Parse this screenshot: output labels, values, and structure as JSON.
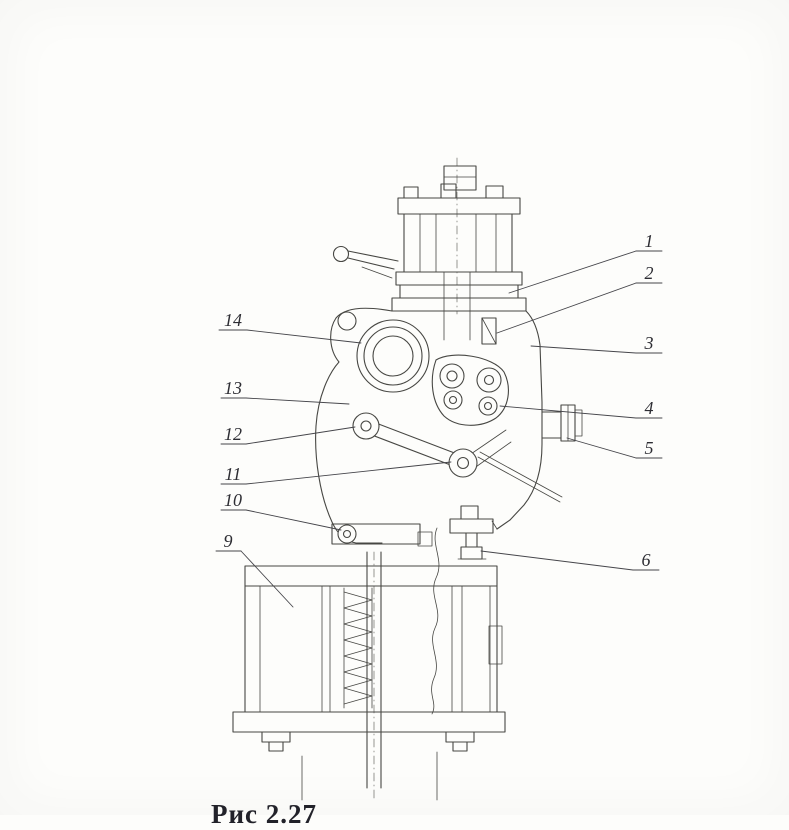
{
  "figure": {
    "caption": "Рис 2.27",
    "callouts": [
      "1",
      "2",
      "3",
      "4",
      "5",
      "6",
      "9",
      "10",
      "11",
      "12",
      "13",
      "14"
    ],
    "colors": {
      "ink": "#474743",
      "paper": "#fdfdfb"
    }
  }
}
